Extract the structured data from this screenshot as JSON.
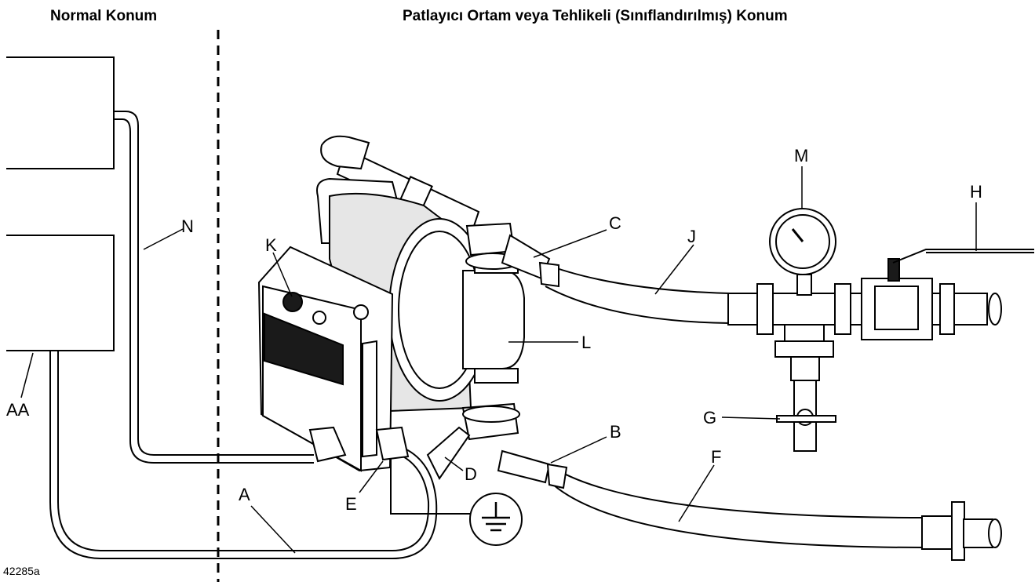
{
  "headers": {
    "normal_location": "Normal Konum",
    "hazardous_location": "Patlayıcı Ortam veya Tehlikeli (Sınıflandırılmış) Konum"
  },
  "labels": {
    "a": "A",
    "aa": "AA",
    "b": "B",
    "c": "C",
    "d": "D",
    "e": "E",
    "f": "F",
    "g": "G",
    "h": "H",
    "j": "J",
    "k": "K",
    "l": "L",
    "m": "M",
    "n": "N"
  },
  "figure_id": "42285a"
}
